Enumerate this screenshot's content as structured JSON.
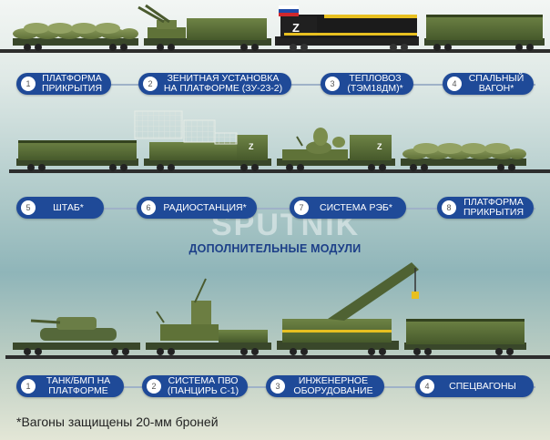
{
  "rows": [
    {
      "items": [
        {
          "num": "1",
          "label": "ПЛАТФОРМА\nПРИКРЫТИЯ"
        },
        {
          "num": "2",
          "label": "ЗЕНИТНАЯ УСТАНОВКА\nНА ПЛАТФОРМЕ (ЗУ-23-2)"
        },
        {
          "num": "3",
          "label": "ТЕПЛОВОЗ\n(ТЭМ18ДМ)*"
        },
        {
          "num": "4",
          "label": "СПАЛЬНЫЙ\nВАГОН*"
        }
      ]
    },
    {
      "items": [
        {
          "num": "5",
          "label": "ШТАБ*"
        },
        {
          "num": "6",
          "label": "РАДИОСТАНЦИЯ*"
        },
        {
          "num": "7",
          "label": "СИСТЕМА РЭБ*"
        },
        {
          "num": "8",
          "label": "ПЛАТФОРМА\nПРИКРЫТИЯ"
        }
      ]
    },
    {
      "items": [
        {
          "num": "1",
          "label": "ТАНК/БМП НА\nПЛАТФОРМЕ"
        },
        {
          "num": "2",
          "label": "СИСТЕМА ПВО\n(ПАНЦИРЬ С-1)"
        },
        {
          "num": "3",
          "label": "ИНЖЕНЕРНОЕ\nОБОРУДОВАНИЕ"
        },
        {
          "num": "4",
          "label": "СПЕЦВАГОНЫ"
        }
      ]
    }
  ],
  "modules_title": "ДОПОЛНИТЕЛЬНЫЕ МОДУЛИ",
  "footnote": "*Вагоны защищены 20-мм броней",
  "car_mark": "Z",
  "watermark": "SPUTNIK",
  "colors": {
    "label_bg": "#1f4a98",
    "label_text": "#ffffff",
    "title": "#1c3f88",
    "armor_green": "#5b6e3a",
    "armor_dark": "#3a4a26",
    "locomotive_yellow": "#e8c020",
    "rail": "#2d2d2d"
  }
}
